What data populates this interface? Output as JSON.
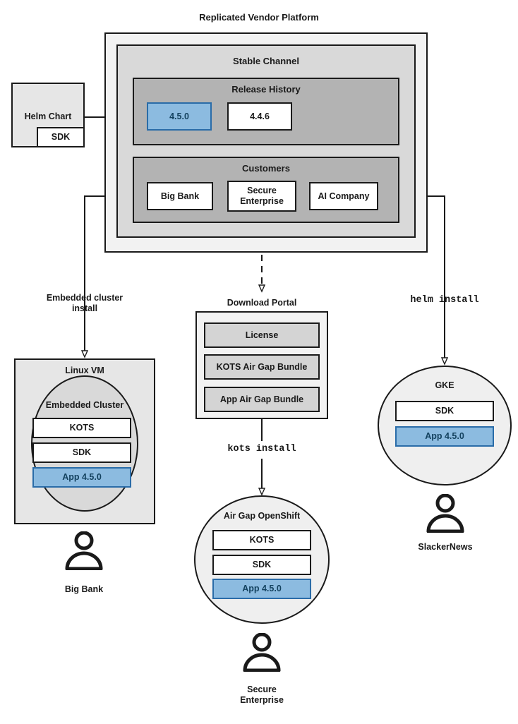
{
  "diagram": {
    "title": "Replicated Vendor Platform",
    "platform": {
      "stable_channel": {
        "title": "Stable Channel",
        "release_history": {
          "title": "Release History",
          "releases": [
            {
              "version": "4.5.0",
              "highlighted": true
            },
            {
              "version": "4.4.6",
              "highlighted": false
            }
          ]
        },
        "customers": {
          "title": "Customers",
          "items": [
            {
              "name": "Big Bank"
            },
            {
              "name": "Secure\nEnterprise",
              "line1": "Secure",
              "line2": "Enterprise"
            },
            {
              "name": "AI Company"
            }
          ]
        }
      }
    },
    "source": {
      "helm_chart_label": "Helm Chart",
      "sdk_label": "SDK"
    },
    "edges": {
      "embedded_cluster_install": {
        "line1": "Embedded cluster",
        "line2": "install"
      },
      "download_portal_label": "Download Portal",
      "kots_install": "kots install",
      "helm_install": "helm install"
    },
    "download_portal": {
      "title": "Download Portal",
      "artifacts": [
        "License",
        "KOTS Air Gap Bundle",
        "App Air Gap Bundle"
      ]
    },
    "targets": [
      {
        "id": "linux-vm",
        "title": "Linux VM",
        "inner_title": "Embedded Cluster",
        "components": [
          {
            "label": "KOTS",
            "highlighted": false
          },
          {
            "label": "SDK",
            "highlighted": false
          },
          {
            "label": "App 4.5.0",
            "highlighted": true
          }
        ],
        "persona": "Big Bank"
      },
      {
        "id": "air-gap-openshift",
        "title": "Air Gap OpenShift",
        "components": [
          {
            "label": "KOTS",
            "highlighted": false
          },
          {
            "label": "SDK",
            "highlighted": false
          },
          {
            "label": "App 4.5.0",
            "highlighted": true
          }
        ],
        "persona_line1": "Secure",
        "persona_line2": "Enterprise"
      },
      {
        "id": "gke",
        "title": "GKE",
        "components": [
          {
            "label": "SDK",
            "highlighted": false
          },
          {
            "label": "App 4.5.0",
            "highlighted": true
          }
        ],
        "persona": "SlackerNews"
      }
    ],
    "colors": {
      "accent_blue_fill": "#8cbbe0",
      "accent_blue_border": "#2a6ca8",
      "accent_blue_text": "#14425f",
      "stroke": "#1a1a1a",
      "layer1_fill": "#f2f2f2",
      "layer2_fill": "#d9d9d9",
      "layer3_fill": "#b3b3b3",
      "artifact_fill": "#d4d4d4",
      "vm_fill": "#e6e6e6"
    }
  }
}
